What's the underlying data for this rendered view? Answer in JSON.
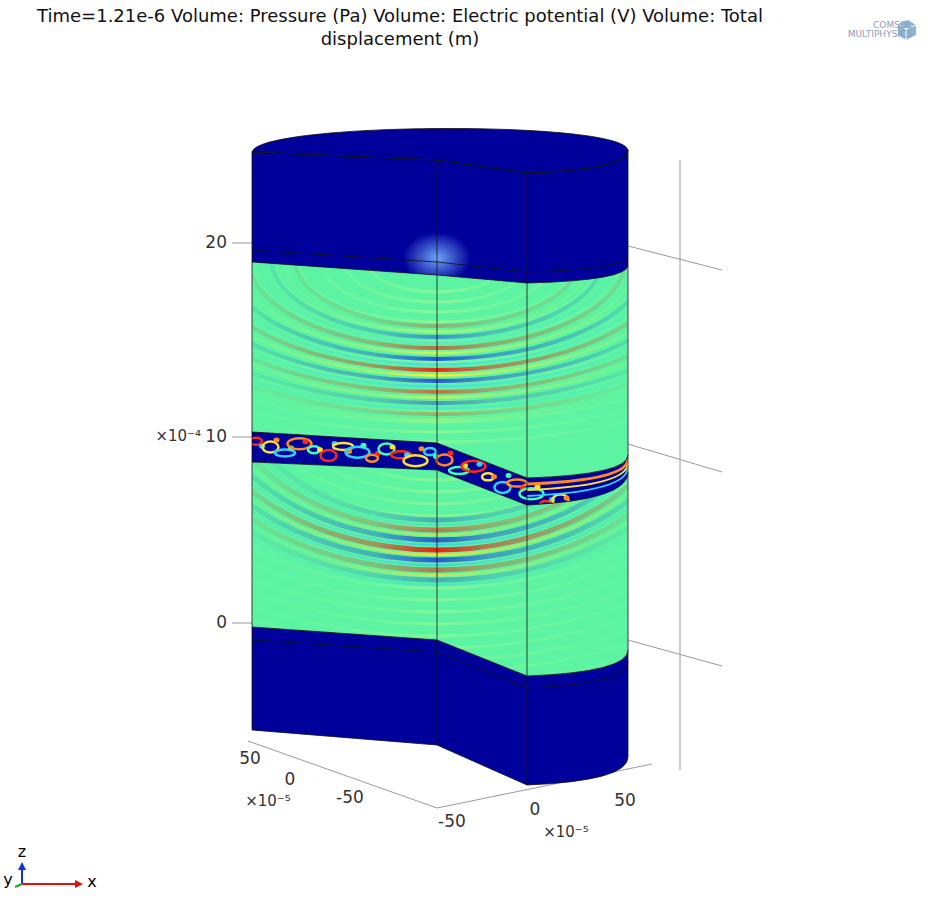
{
  "diagram": {
    "title": "Time=1.21e-6 Volume: Pressure (Pa) Volume: Electric potential (V) Volume: Total displacement (m)",
    "labels": [
      "COMSOL MULTIPHYSICS",
      "20",
      "×10⁻⁴",
      "10",
      "0",
      "50",
      "0",
      "×10⁻⁵",
      "-50",
      "-50",
      "0",
      "×10⁻⁵",
      "50",
      "z",
      "y",
      "x"
    ]
  }
}
